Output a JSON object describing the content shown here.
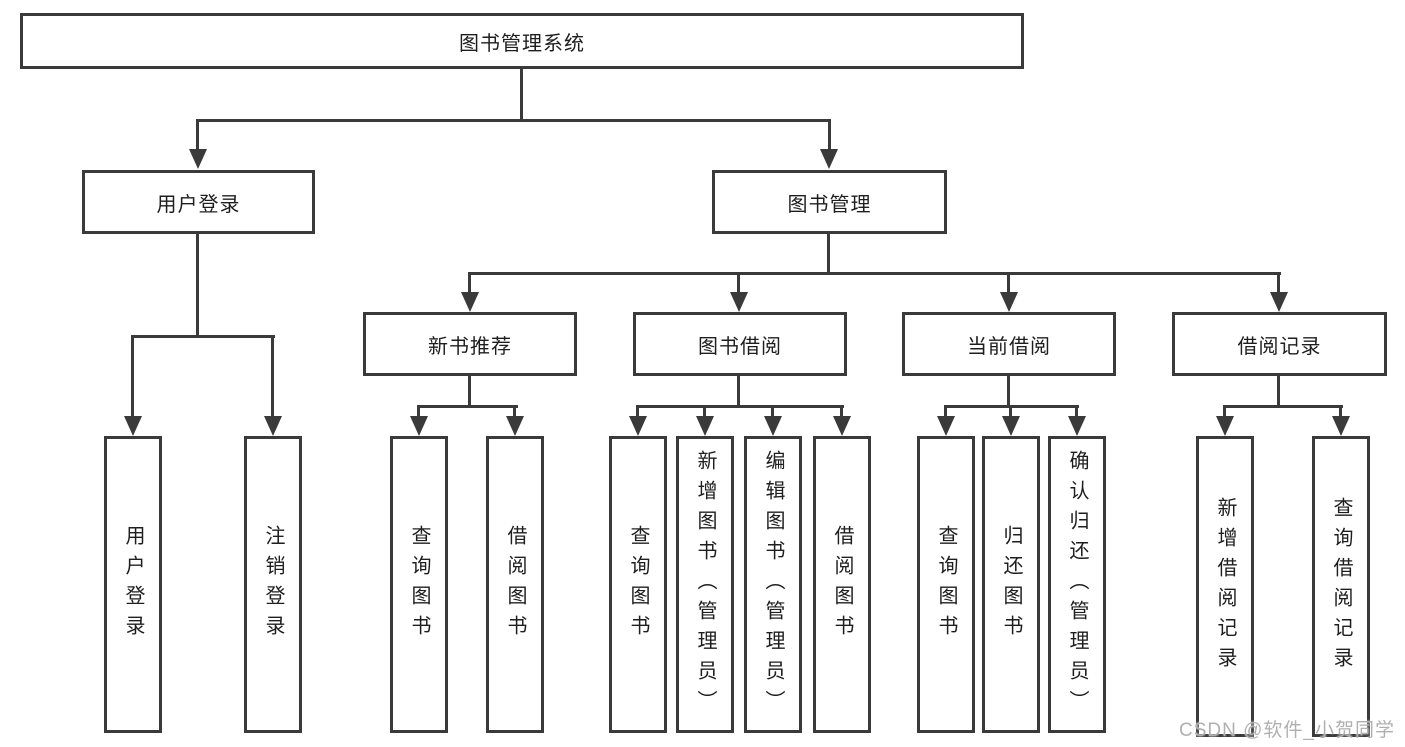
{
  "nodes": {
    "root": "图书管理系统",
    "user_login": "用户登录",
    "book_mgmt": "图书管理",
    "new_books": "新书推荐",
    "book_borrow": "图书借阅",
    "current_borrow": "当前借阅",
    "borrow_records": "借阅记录",
    "leaf_user_login": "用户登录",
    "leaf_logout": "注销登录",
    "leaf_nb_query": "查询图书",
    "leaf_nb_borrow": "借阅图书",
    "leaf_bb_query": "查询图书",
    "leaf_bb_add": "新增图书（管理员）",
    "leaf_bb_edit": "编辑图书（管理员）",
    "leaf_bb_borrow": "借阅图书",
    "leaf_cb_query": "查询图书",
    "leaf_cb_return": "归还图书",
    "leaf_cb_confirm": "确认归还（管理员）",
    "leaf_br_add": "新增借阅记录",
    "leaf_br_query": "查询借阅记录"
  },
  "watermark": {
    "text": "CSDN @软件_小贺同学"
  },
  "colors": {
    "line": "#3a3a3a",
    "text": "#1e1e1e",
    "watermark": "#b0b0b0",
    "background": "#ffffff"
  }
}
